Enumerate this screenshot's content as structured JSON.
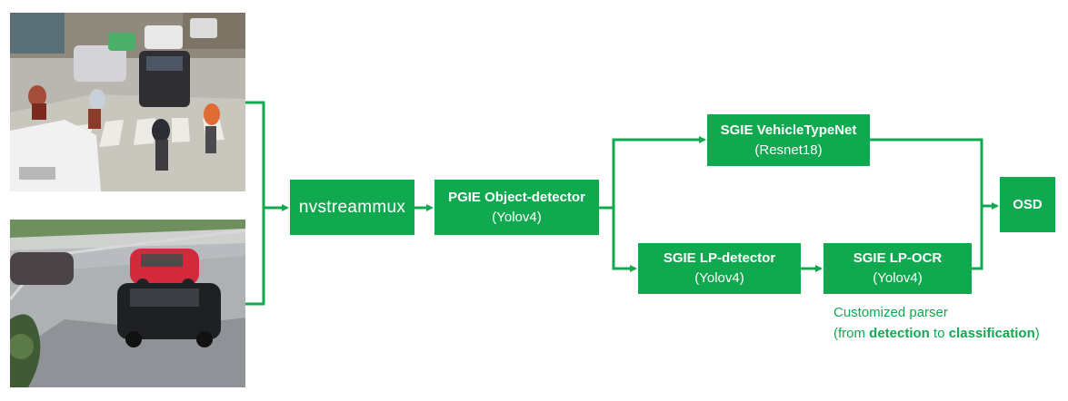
{
  "colors": {
    "accent": "#10A94F",
    "node_text": "#FFFFFF"
  },
  "images": [
    {
      "icon": "traffic-intersection-photo"
    },
    {
      "icon": "street-cars-photo"
    }
  ],
  "nodes": {
    "nvstreammux": {
      "title": "nvstreammux"
    },
    "pgie": {
      "title": "PGIE Object-detector",
      "sub": "(Yolov4)"
    },
    "sgie_vehicle": {
      "title": "SGIE VehicleTypeNet",
      "sub": "(Resnet18)"
    },
    "sgie_lp_det": {
      "title": "SGIE LP-detector",
      "sub": "(Yolov4)"
    },
    "sgie_lp_ocr": {
      "title": "SGIE LP-OCR",
      "sub": "(Yolov4)"
    },
    "osd": {
      "title": "OSD"
    }
  },
  "note": {
    "line1": "Customized parser",
    "line2_a": "(from ",
    "line2_b": "detection",
    "line2_c": " to ",
    "line2_d": "classification",
    "line2_e": ")"
  }
}
